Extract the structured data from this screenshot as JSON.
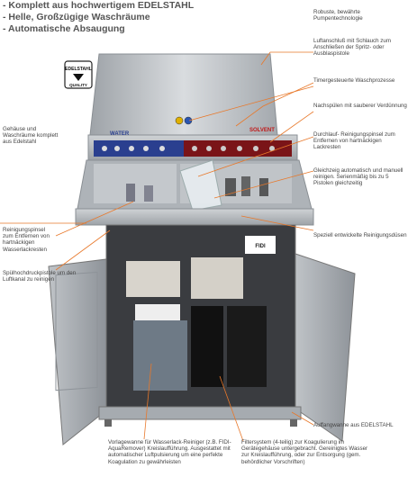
{
  "bullets": [
    "- Komplett aus hochwertigem EDELSTAHL",
    "- Helle, Großzügige Waschräume",
    "- Automatische Absaugung"
  ],
  "machine": {
    "water_label": "WATER",
    "solvent_label": "SOLVENT",
    "badge_line1": "EDELSTAHL",
    "badge_line2": "QUALITY",
    "brand": "FIDI"
  },
  "callouts": {
    "pumpe": "Robuste, bewährte Pumpentechnologie",
    "luftanschluss": "Luftanschluß mit Schlauch zum Anschließen der Spritz- oder Ausblaspistole",
    "timer": "Timergesteuerte Waschprozesse",
    "nachspuelen": "Nachspülen mit sauberer Verdünnung",
    "durchlauf": "Durchlauf- Reinigungspinsel zum Entfernen von hartnäckigen Lackresten",
    "gleichzeitig": "Gleichzeig automatisch und manuell reinigen. Serienmäßig bis zu 5 Pistolen gleichzeitig",
    "duesen": "Speziell entwickelte Reinigungsdüsen",
    "gehaeuse": "Gehäuse und Waschräume komplett aus Edelstahl",
    "reinigungspinsel": "Reinigungspinsel zum Entfernen von hartnäckigen Wasserlackresten",
    "spuelhoch": "Spülhochdruckpistole um den Luftkanal zu reinigen",
    "auffangwanne": "Auffangwanne aus EDELSTAHL",
    "vorlagewanne": "Vorlagewanne für Wasserlack-Reiniger (z.B. FIDI-AquaRemover) Kreislaufführung. Ausgestattet mit automatischer Luftpulsierung um eine perfekte Koagulation zu gewährleisten",
    "filtersystem": "Filtersystem (4-teilig) zur Koagulierung im Gerätegehäuse untergebracht. Gereinigtes Wasser zur Kreislaufführung, oder zur Entsorgung (gem. behördlicher Vorschriften)"
  },
  "colors": {
    "callout_line": "#e8782a",
    "steel": "#b8bcc0",
    "water_panel": "#2a3f8f",
    "solvent_panel": "#7a1418"
  }
}
